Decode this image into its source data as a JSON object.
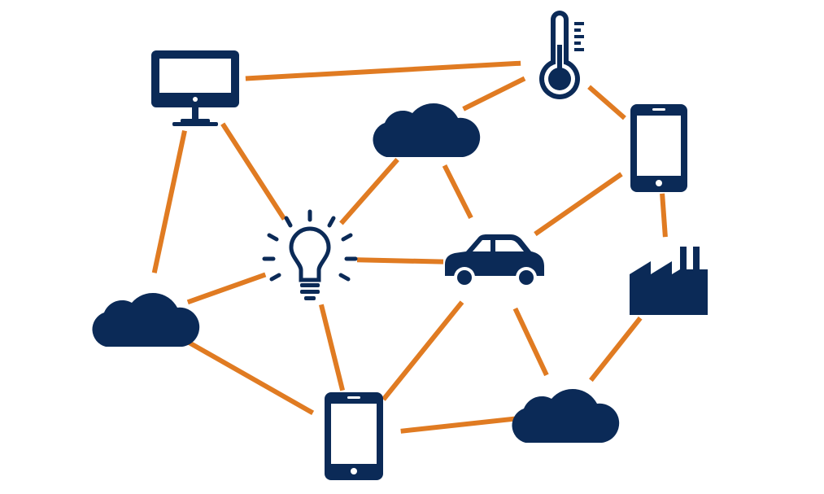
{
  "colors": {
    "icon": "#0b2a57",
    "link": "#e07b22",
    "background": "#ffffff"
  },
  "nodes": [
    {
      "id": "monitor",
      "icon": "desktop-monitor-icon"
    },
    {
      "id": "thermometer",
      "icon": "thermometer-icon"
    },
    {
      "id": "cloud-center",
      "icon": "cloud-icon"
    },
    {
      "id": "tablet-right",
      "icon": "tablet-icon"
    },
    {
      "id": "lightbulb",
      "icon": "lightbulb-icon"
    },
    {
      "id": "car",
      "icon": "car-icon"
    },
    {
      "id": "factory",
      "icon": "factory-icon"
    },
    {
      "id": "cloud-left",
      "icon": "cloud-icon"
    },
    {
      "id": "tablet-bottom",
      "icon": "tablet-icon"
    },
    {
      "id": "cloud-bottom-right",
      "icon": "cloud-icon"
    }
  ],
  "links": [
    {
      "from": "monitor",
      "to": "thermometer"
    },
    {
      "from": "monitor",
      "to": "lightbulb"
    },
    {
      "from": "monitor",
      "to": "cloud-left"
    },
    {
      "from": "thermometer",
      "to": "cloud-center"
    },
    {
      "from": "thermometer",
      "to": "tablet-right"
    },
    {
      "from": "cloud-center",
      "to": "lightbulb"
    },
    {
      "from": "cloud-center",
      "to": "car"
    },
    {
      "from": "tablet-right",
      "to": "car"
    },
    {
      "from": "tablet-right",
      "to": "factory"
    },
    {
      "from": "lightbulb",
      "to": "car"
    },
    {
      "from": "lightbulb",
      "to": "cloud-left"
    },
    {
      "from": "lightbulb",
      "to": "tablet-bottom"
    },
    {
      "from": "car",
      "to": "tablet-bottom"
    },
    {
      "from": "car",
      "to": "cloud-bottom-right"
    },
    {
      "from": "factory",
      "to": "cloud-bottom-right"
    },
    {
      "from": "cloud-left",
      "to": "tablet-bottom"
    },
    {
      "from": "tablet-bottom",
      "to": "cloud-bottom-right"
    }
  ]
}
